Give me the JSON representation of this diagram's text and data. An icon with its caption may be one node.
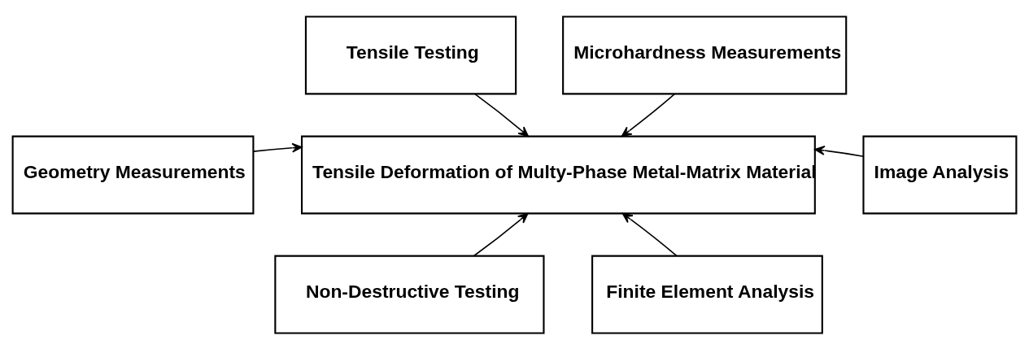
{
  "diagram": {
    "nodes": [
      {
        "text": [
          "Tensile Testing"
        ]
      },
      {
        "text": [
          "Microhardness Measurements"
        ]
      },
      {
        "text": [
          "Geometry Measurements"
        ]
      },
      {
        "text": [
          "Tensile Deformation of Multy-Phase Metal-Matrix Material"
        ]
      },
      {
        "text": [
          "Image Analysis"
        ]
      },
      {
        "text": [
          "Non-Destructive Testing"
        ]
      },
      {
        "text": [
          "Finite Element Analysis"
        ]
      }
    ],
    "edges": [
      {
        "from": 0,
        "to": 3,
        "arrow": "to"
      },
      {
        "from": 1,
        "to": 3,
        "arrow": "to"
      },
      {
        "from": 2,
        "to": 3,
        "arrow": "to"
      },
      {
        "from": 4,
        "to": 3,
        "arrow": "to"
      },
      {
        "from": 5,
        "to": 3,
        "arrow": "to"
      },
      {
        "from": 6,
        "to": 3,
        "arrow": "to"
      }
    ]
  }
}
